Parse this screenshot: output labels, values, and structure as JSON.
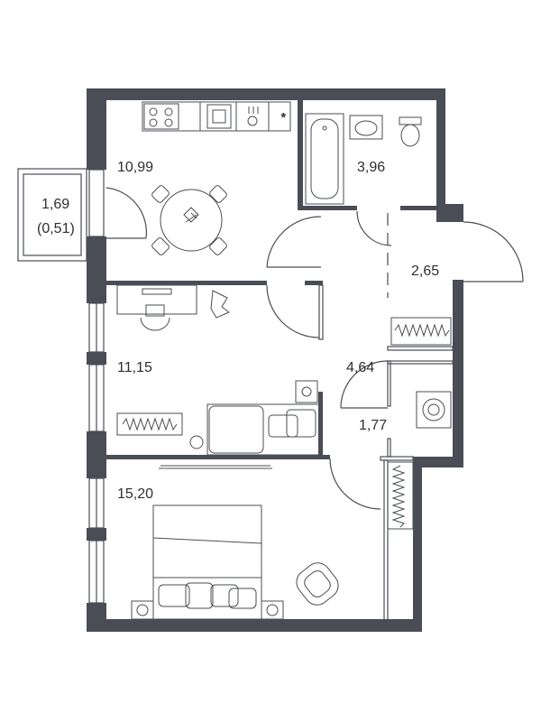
{
  "rooms": {
    "kitchen": "10,99",
    "bathroom": "3,96",
    "balcony_area": "1,69",
    "balcony_reduced": "(0,51)",
    "hall_upper": "2,65",
    "corridor": "4,64",
    "bedroom_small": "11,15",
    "storage": "1,77",
    "bedroom_large": "15,20"
  },
  "colors": {
    "wall": "#4a4d55",
    "text": "#2d2f33",
    "background": "#ffffff"
  },
  "icons": [
    "stove-icon",
    "sink-icon",
    "fridge-icon",
    "bathtub-icon",
    "toilet-icon",
    "washbasin-icon",
    "washing-machine-icon",
    "bed-icon",
    "armchair-icon",
    "table-icon",
    "plant-icon",
    "desk-icon"
  ]
}
